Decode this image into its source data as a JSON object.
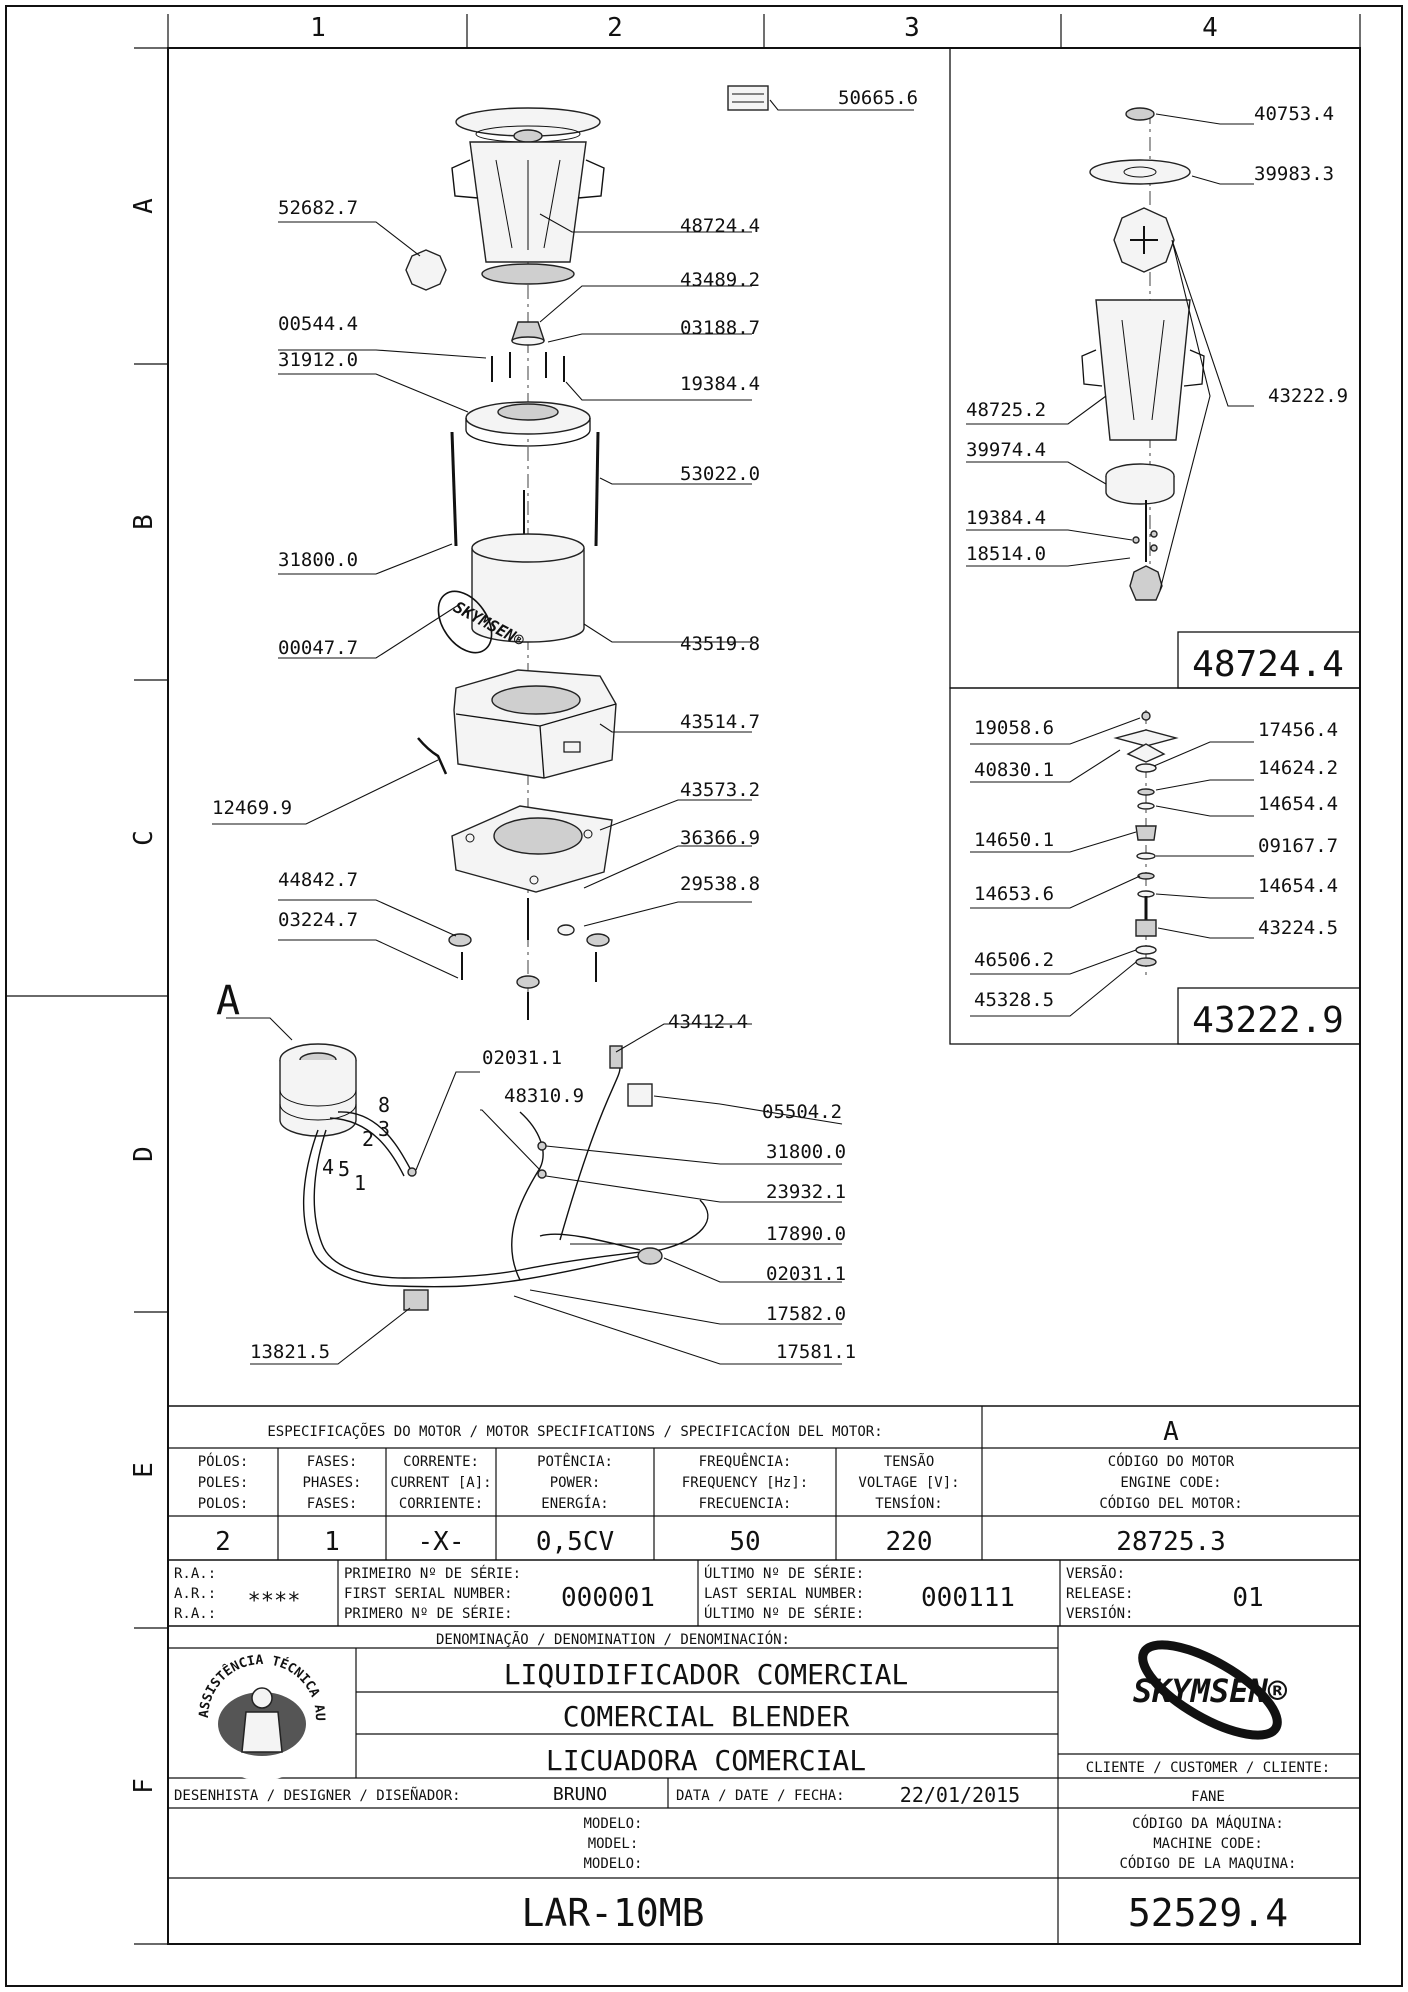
{
  "grid": {
    "columns": [
      "1",
      "2",
      "3",
      "4"
    ],
    "rows": [
      "A",
      "B",
      "C",
      "D",
      "E",
      "F"
    ]
  },
  "callouts": [
    "50665.6",
    "52682.7",
    "48724.4",
    "43489.2",
    "00544.4",
    "03188.7",
    "31912.0",
    "19384.4",
    "53022.0",
    "31800.0",
    "00047.7",
    "43519.8",
    "43514.7",
    "12469.9",
    "43573.2",
    "36366.9",
    "44842.7",
    "29538.8",
    "03224.7",
    "43412.4",
    "02031.1",
    "48310.9",
    "05504.2",
    "31800.0",
    "23932.1",
    "17890.0",
    "02031.1",
    "17582.0",
    "13821.5",
    "17581.1"
  ],
  "detail_a_label": "A",
  "wire_numbers": [
    "8",
    "3",
    "2",
    "4",
    "5",
    "1"
  ],
  "detail1": {
    "callouts": [
      "40753.4",
      "39983.3",
      "43222.9",
      "48725.2",
      "39974.4",
      "19384.4",
      "18514.0"
    ],
    "title": "48724.4"
  },
  "detail2": {
    "callouts": [
      "19058.6",
      "17456.4",
      "40830.1",
      "14624.2",
      "14654.4",
      "14650.1",
      "09167.7",
      "14653.6",
      "14654.4",
      "43224.5",
      "46506.2",
      "45328.5"
    ],
    "title": "43222.9"
  },
  "motor_spec": {
    "title": "ESPECIFICAÇÕES DO MOTOR / MOTOR SPECIFICATIONS / SPECIFICACÍON DEL MOTOR:",
    "variant": "A",
    "headers": [
      [
        "PÓLOS:",
        "POLES:",
        "POLOS:"
      ],
      [
        "FASES:",
        "PHASES:",
        "FASES:"
      ],
      [
        "CORRENTE:",
        "CURRENT [A]:",
        "CORRIENTE:"
      ],
      [
        "POTÊNCIA:",
        "POWER:",
        "ENERGÍA:"
      ],
      [
        "FREQUÊNCIA:",
        "FREQUENCY [Hz]:",
        "FRECUENCIA:"
      ],
      [
        "TENSÃO",
        "VOLTAGE [V]:",
        "TENSÍON:"
      ],
      [
        "CÓDIGO DO MOTOR",
        "ENGINE CODE:",
        "CÓDIGO DEL MOTOR:"
      ]
    ],
    "values": [
      "2",
      "1",
      "-X-",
      "0,5CV",
      "50",
      "220",
      "28725.3"
    ]
  },
  "serial": {
    "ra_labels": [
      "R.A.:",
      "A.R.:",
      "R.A.:"
    ],
    "ra_value": "****",
    "first_labels": [
      "PRIMEIRO Nº DE SÉRIE:",
      "FIRST SERIAL NUMBER:",
      "PRIMERO Nº DE SÉRIE:"
    ],
    "first_value": "000001",
    "last_labels": [
      "ÚLTIMO Nº DE SÉRIE:",
      "LAST SERIAL NUMBER:",
      "ÚLTIMO Nº DE SÉRIE:"
    ],
    "last_value": "000111",
    "version_labels": [
      "VERSÃO:",
      "RELEASE:",
      "VERSIÓN:"
    ],
    "version_value": "01"
  },
  "title_block": {
    "denomination_label": "DENOMINAÇÃO / DENOMINATION / DENOMINACIÓN:",
    "names": [
      "LIQUIDIFICADOR COMERCIAL",
      "COMERCIAL BLENDER",
      "LICUADORA COMERCIAL"
    ],
    "designer_label": "DESENHISTA / DESIGNER / DISEÑADOR:",
    "designer": "BRUNO",
    "date_label": "DATA / DATE / FECHA:",
    "date": "22/01/2015",
    "brand": "SKYMSEN®",
    "stamp_text": "ASSISTÊNCIA TÉCNICA AUTORIZADA",
    "customer_label": "CLIENTE / CUSTOMER / CLIENTE:",
    "customer": "FANE",
    "model_labels": [
      "MODELO:",
      "MODEL:",
      "MODELO:"
    ],
    "model": "LAR-10MB",
    "machine_code_labels": [
      "CÓDIGO DA MÁQUINA:",
      "MACHINE CODE:",
      "CÓDIGO DE LA MAQUINA:"
    ],
    "machine_code": "52529.4"
  },
  "colors": {
    "ink": "#111111",
    "paper": "#ffffff",
    "part_fill": "#f4f4f4"
  }
}
